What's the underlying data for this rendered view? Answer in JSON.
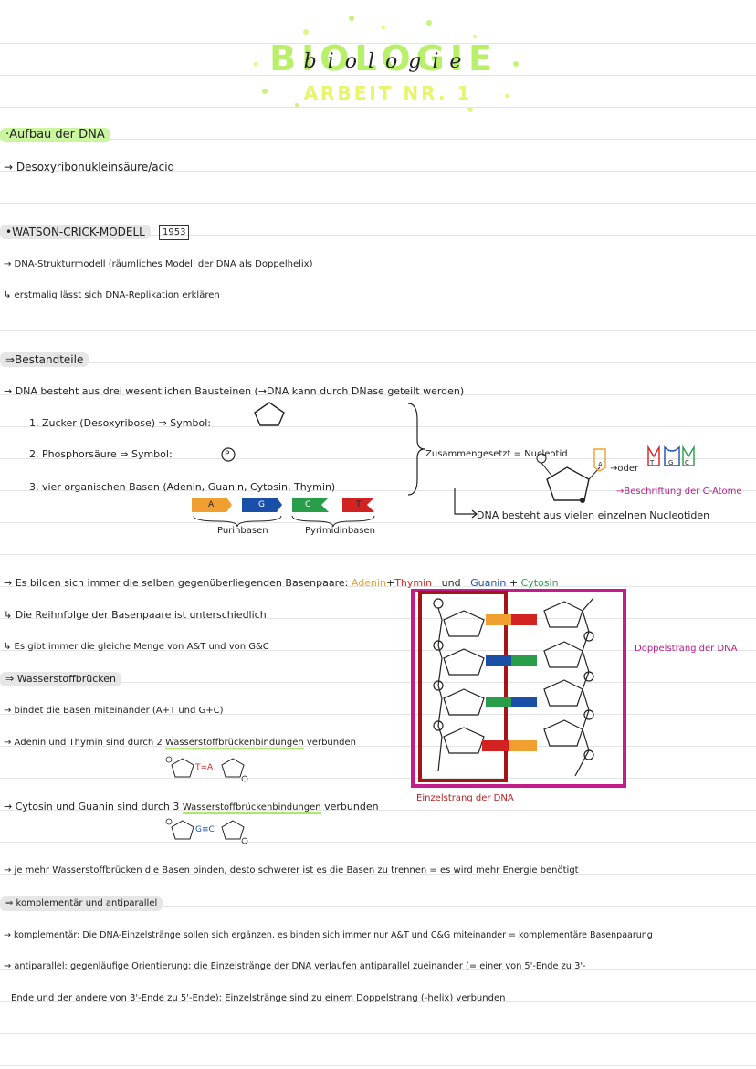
{
  "header": {
    "title_big": "BIOLOGIE",
    "title_script": "biologie",
    "subtitle": "ARBEIT NR. 1"
  },
  "sections": {
    "aufbau": {
      "heading": "·Aufbau der DNA",
      "line1": "→ Desoxyribonukleinsäure/acid"
    },
    "watson": {
      "heading": "•WATSON-CRICK-MODELL",
      "year": "1953",
      "line1": "→ DNA-Strukturmodell (räumliches Modell der DNA als Doppelhelix)",
      "line2": "↳ erstmalig lässt sich DNA-Replikation erklären"
    },
    "bestandteile": {
      "heading": "⇒Bestandteile",
      "line1": "→ DNA besteht aus drei wesentlichen Bausteinen (→DNA kann durch DNase geteilt werden)",
      "item1": "1. Zucker (Desoxyribose) ⇒ Symbol:",
      "item2": "2. Phosphorsäure ⇒ Symbol:",
      "phosphate_symbol": "P",
      "item3": "3. vier organischen Basen (Adenin, Guanin, Cytosin, Thymin)",
      "bases": [
        "A",
        "G",
        "C",
        "T"
      ],
      "purin_label": "Purinbasen",
      "pyrimidin_label": "Pyrimidinbasen",
      "zusammen": "Zusammengesetzt = Nucleotid",
      "oder": "→oder",
      "beschriftung": "→Beschriftung der C-Atome",
      "nucleotid_bases": [
        "T",
        "G",
        "C"
      ],
      "nucleotid_base_single": "A",
      "dna_besteht": "DNA besteht aus vielen einzelnen Nucleotiden"
    },
    "basenpaare": {
      "line1_prefix": "→ Es bilden sich immer die selben gegenüberliegenden Basenpaare:",
      "adenin": "Adenin",
      "plus1": "+",
      "thymin": "Thymin",
      "und": "und",
      "guanin": "Guanin",
      "plus2": "+",
      "cytosin": "Cytosin",
      "line2": "↳ Die Reihnfolge der Basenpaare ist unterschiedlich",
      "line3": "↳ Es gibt immer die gleiche Menge von A&T und von G&C"
    },
    "wasserstoff": {
      "heading": "⇒ Wasserstoffbrücken",
      "line1": "→ bindet die Basen miteinander (A+T und G+C)",
      "line2_prefix": "→ Adenin und Thymin sind durch 2",
      "line2_ul": "Wasserstoffbrückenbindungen",
      "line2_suffix": "verbunden",
      "at_label": "T=A",
      "line3_prefix": "→ Cytosin und Guanin sind durch 3",
      "line3_ul": "Wasserstoffbrückenbindungen",
      "line3_suffix": "verbunden",
      "gc_label": "G≡C",
      "line4": "→ je mehr Wasserstoffbrücken die Basen binden, desto schwerer ist es die Basen zu trennen = es wird mehr Energie benötigt"
    },
    "diagram": {
      "doppelstrang": "Doppelstrang der DNA",
      "einzelstrang": "Einzelstrang der DNA"
    },
    "komplementaer": {
      "heading": "⇒ komplementär und antiparallel",
      "line1": "→ komplementär: Die DNA-Einzelstränge sollen sich ergänzen, es binden sich immer nur A&T und C&G miteinander = komplementäre Basenpaarung",
      "line2": "→ antiparallel: gegenläufige Orientierung; die Einzelstränge der DNA verlaufen antiparallel zueinander (= einer von 5'-Ende zu 3'-",
      "line3": "Ende und der andere von 3'-Ende zu 5'-Ende); Einzelstränge sind zu einem Doppelstrang (-helix) verbunden"
    }
  },
  "colors": {
    "adenin": "#f0a030",
    "thymin": "#d22222",
    "guanin": "#1a4fa8",
    "cytosin": "#2a9d4a",
    "highlight_green": "#ccf5a0",
    "highlight_gray": "#e6e6e6",
    "frame_pink": "#c21d8a",
    "frame_darkred": "#a31616"
  }
}
